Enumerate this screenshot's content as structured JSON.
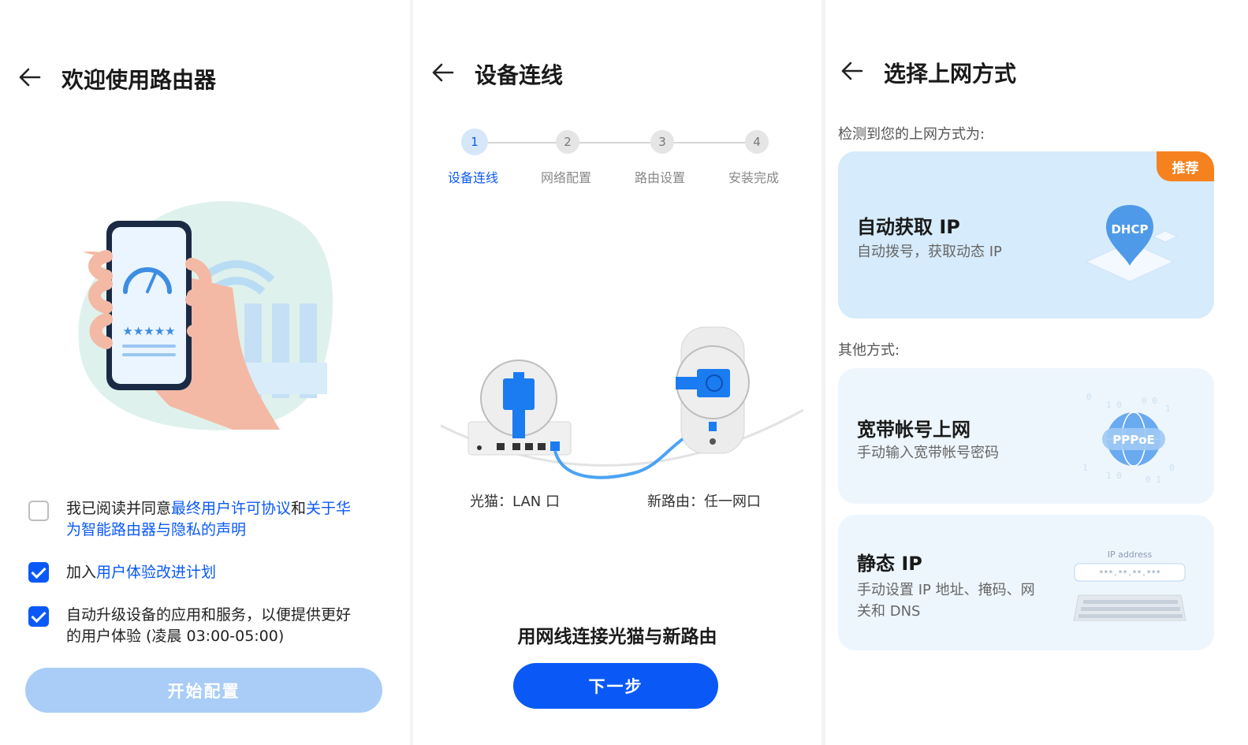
{
  "panel1": {
    "title": "欢迎使用路由器",
    "agree_text_1": "我已阅读并同意",
    "agree_link_1": "最终用户许可协议",
    "agree_text_2": "和",
    "agree_link_2a": "关于华",
    "agree_link_2b": "为智能路由器与隐私的声明",
    "agree_checked": false,
    "ux_text": "加入",
    "ux_link": "用户体验改进计划",
    "ux_checked": true,
    "auto_text_1": "自动升级设备的应用和服务，以便提供更好",
    "auto_text_2": "的用户体验 (凌晨 03:00-05:00)",
    "auto_checked": true,
    "start_button": "开始配置",
    "phone_stars": "★★★★★"
  },
  "panel2": {
    "title": "设备连线",
    "steps": [
      {
        "num": "1",
        "label": "设备连线",
        "active": true
      },
      {
        "num": "2",
        "label": "网络配置",
        "active": false
      },
      {
        "num": "3",
        "label": "路由设置",
        "active": false
      },
      {
        "num": "4",
        "label": "安装完成",
        "active": false
      }
    ],
    "modem_label": "光猫：LAN 口",
    "router_label": "新路由：任一网口",
    "instruction": "用网线连接光猫与新路由",
    "next_button": "下一步"
  },
  "panel3": {
    "title": "选择上网方式",
    "detected_label": "检测到您的上网方式为:",
    "recommended": {
      "badge": "推荐",
      "title": "自动获取 IP",
      "desc": "自动拨号，获取动态 IP",
      "icon_text": "DHCP"
    },
    "other_label": "其他方式:",
    "options": [
      {
        "title": "宽带帐号上网",
        "desc": "手动输入宽带帐号密码",
        "icon_text": "PPPoE"
      },
      {
        "title": "静态 IP",
        "desc_1": "手动设置 IP 地址、掩码、网",
        "desc_2": "关和 DNS",
        "icon_label": "IP address",
        "icon_value": "***.**.**.***"
      }
    ]
  },
  "colors": {
    "accent": "#0a59f7",
    "accent_light": "#a9cdf7",
    "badge": "#f5821f",
    "card_blue": "#d6ebfb",
    "card_light": "#eef6fd"
  }
}
